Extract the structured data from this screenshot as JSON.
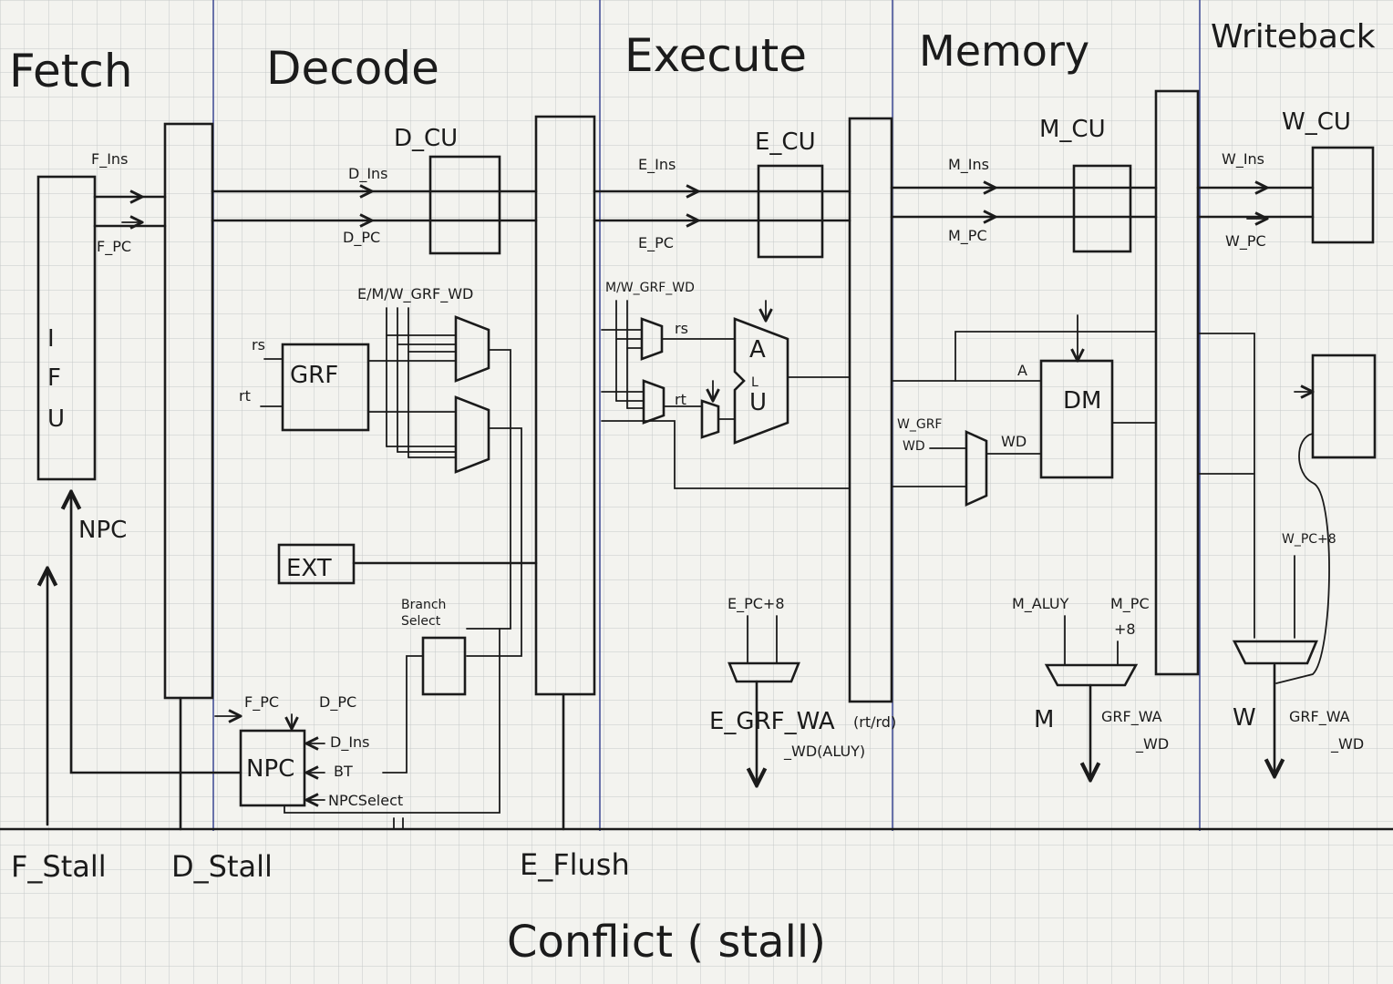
{
  "stages": [
    "Fetch",
    "Decode",
    "Execute",
    "Memory",
    "Writeback"
  ],
  "fetch": {
    "unit_letters": [
      "I",
      "F",
      "U"
    ],
    "f_ins": "F_Ins",
    "f_pc": "F_PC",
    "npc_in": "NPC"
  },
  "decode": {
    "cu": "D_CU",
    "d_ins": "D_Ins",
    "d_pc": "D_PC",
    "fwd": "E/M/W_GRF_WD",
    "rs": "rs",
    "rt": "rt",
    "grf": "GRF",
    "ext": "EXT",
    "branch_select": [
      "Branch",
      "Select"
    ],
    "npc_box": "NPC",
    "npc_f_pc": "F_PC",
    "npc_d_pc": "D_PC",
    "npc_d_ins": "D_Ins",
    "npc_bt": "BT",
    "npc_select": "NPCSelect"
  },
  "execute": {
    "cu": "E_CU",
    "e_ins": "E_Ins",
    "e_pc": "E_PC",
    "fwd": "M/W_GRF_WD",
    "rs": "rs",
    "rt": "rt",
    "alu": [
      "A",
      "L",
      "U"
    ],
    "pc8": "E_PC+8",
    "grf_wa": "E_GRF_WA",
    "wa_note": "(rt/rd)",
    "wd": "_WD(ALUY)"
  },
  "memory": {
    "cu": "M_CU",
    "m_ins": "M_Ins",
    "m_pc": "M_PC",
    "a": "A",
    "dm": "DM",
    "w_grf_wd": [
      "W_GRF",
      "WD"
    ],
    "wd": "WD",
    "aluy": "M_ALUY",
    "mpc8": [
      "M_PC",
      "+8"
    ],
    "m": "M",
    "grf_wa": "GRF_WA",
    "grf_wd": "_WD"
  },
  "writeback": {
    "cu": "W_CU",
    "w_ins": "W_Ins",
    "w_pc": "W_PC",
    "w_pc8": "W_PC+8",
    "w": "W",
    "grf_wa": "GRF_WA",
    "grf_wd": "_WD"
  },
  "bottom": {
    "f_stall": "F_Stall",
    "d_stall": "D_Stall",
    "e_flush": "E_Flush",
    "conflict": "Conflict ( stall)"
  }
}
